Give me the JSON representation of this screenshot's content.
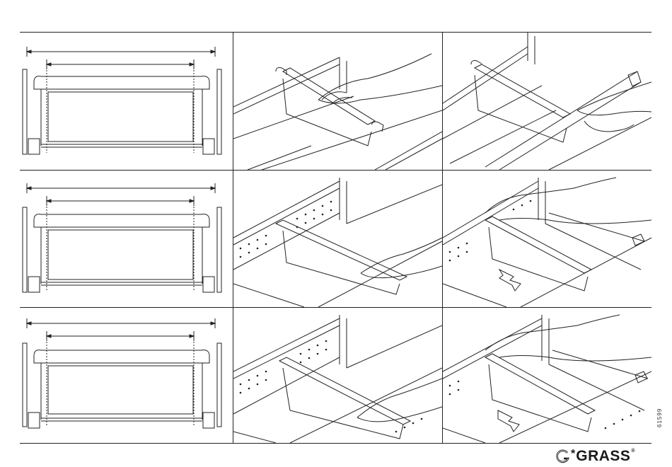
{
  "document": {
    "code": "61599",
    "brand": "GRASS",
    "brand_star": "*",
    "brand_registered": "®"
  },
  "panels": [
    {
      "row": 1,
      "col": 1,
      "kind": "front-view-measure"
    },
    {
      "row": 1,
      "col": 2,
      "kind": "insert-divider"
    },
    {
      "row": 1,
      "col": 3,
      "kind": "press-divider"
    },
    {
      "row": 2,
      "col": 1,
      "kind": "front-view-measure"
    },
    {
      "row": 2,
      "col": 2,
      "kind": "insert-divider-perforated"
    },
    {
      "row": 2,
      "col": 3,
      "kind": "slide-divider-perforated"
    },
    {
      "row": 3,
      "col": 1,
      "kind": "front-view-measure"
    },
    {
      "row": 3,
      "col": 2,
      "kind": "insert-divider-perforated"
    },
    {
      "row": 3,
      "col": 3,
      "kind": "slide-divider-perforated"
    }
  ]
}
